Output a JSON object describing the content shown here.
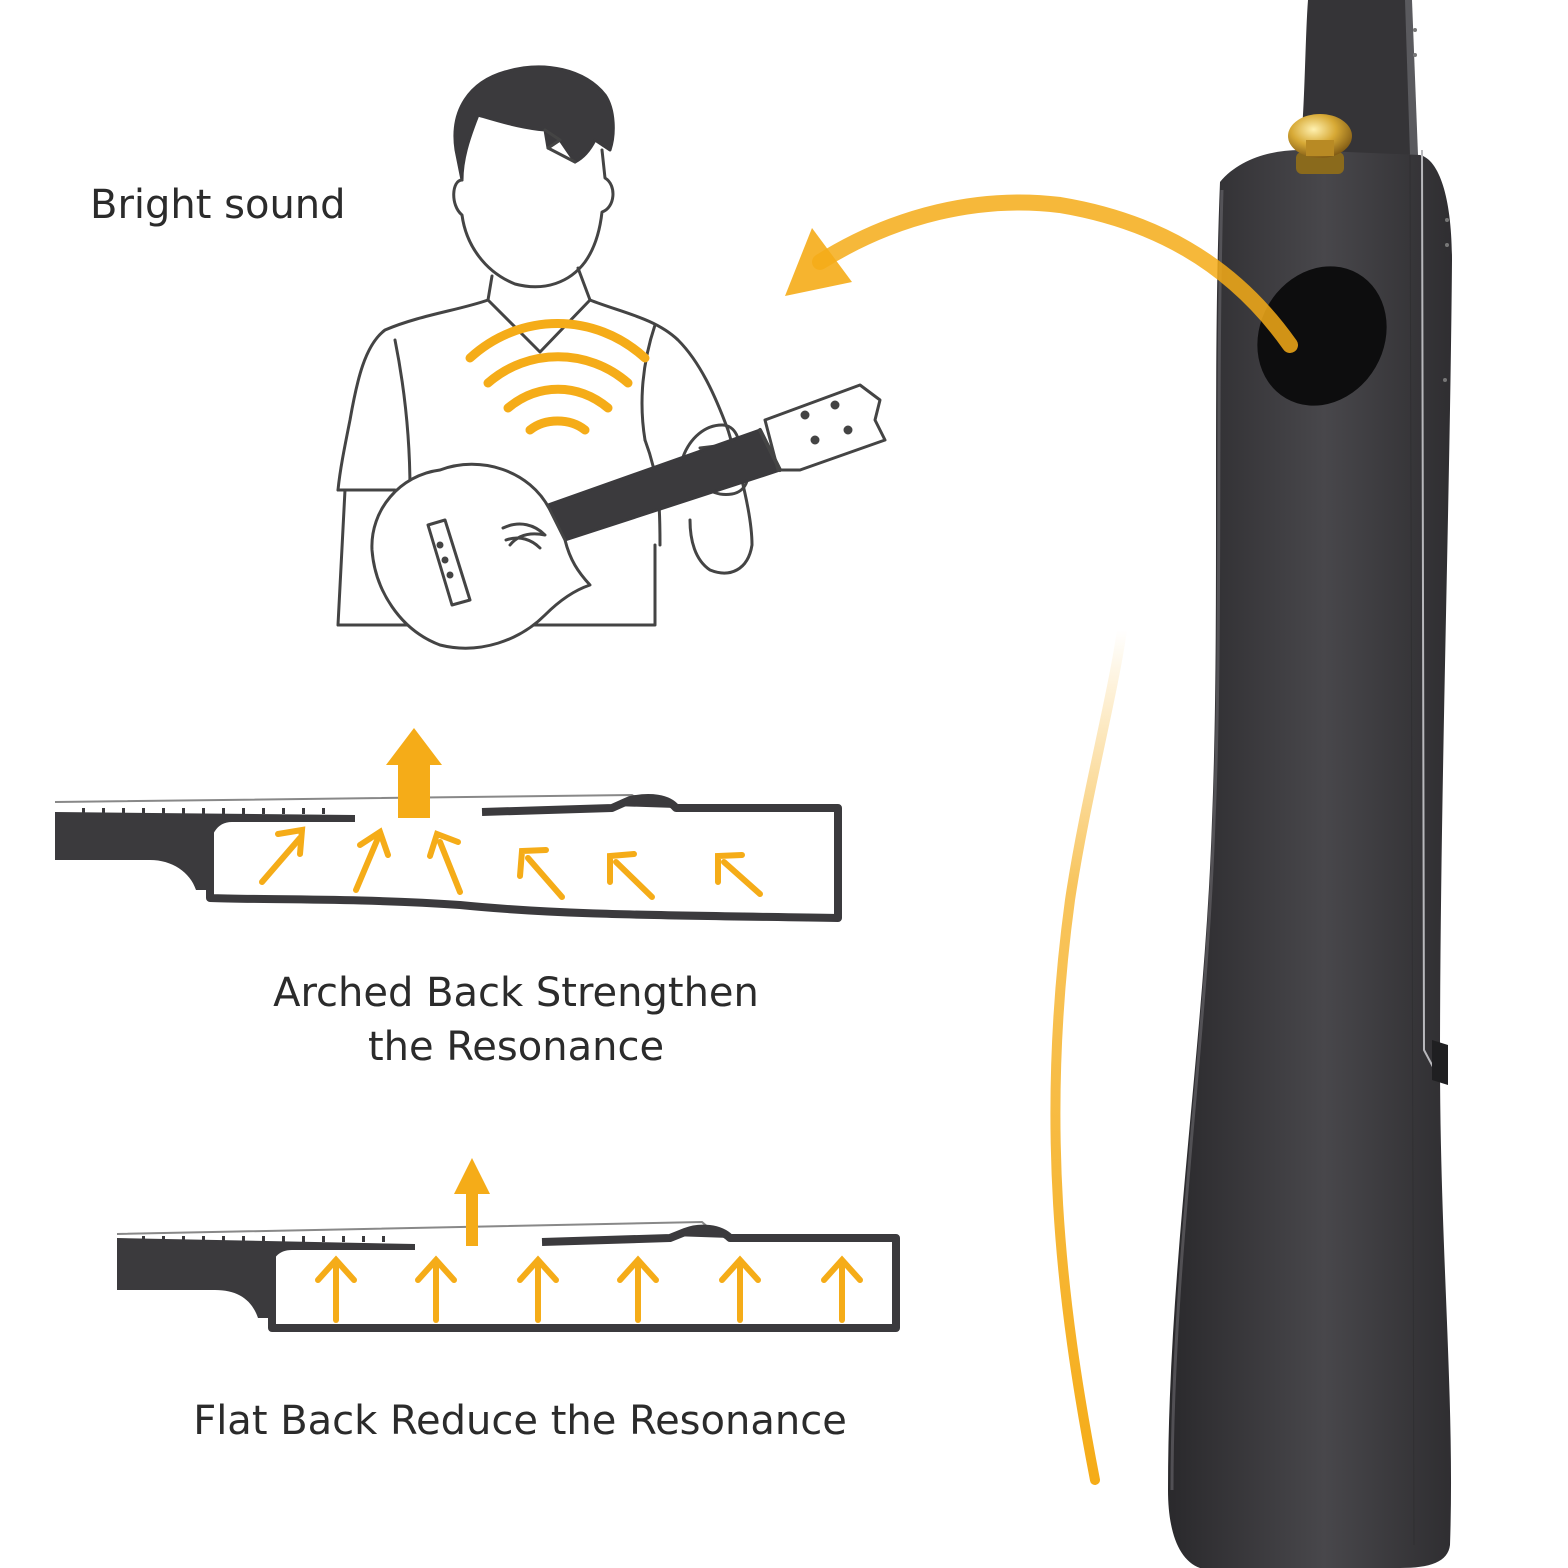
{
  "labels": {
    "bright_sound": "Bright sound",
    "arched_back_line1": "Arched Back Strengthen",
    "arched_back_line2": "the Resonance",
    "flat_back": "Flat Back Reduce the Resonance"
  },
  "colors": {
    "accent": "#f5ac18",
    "instrument_body": "#3b3a3d",
    "outline": "#444444",
    "text": "#2b2b2b",
    "gold_hardware": "#c79a2a"
  },
  "icons": {
    "person": "person-playing-ukulele-icon",
    "sound_waves": "sound-waves-icon",
    "arrow_up": "arrow-up-icon"
  }
}
